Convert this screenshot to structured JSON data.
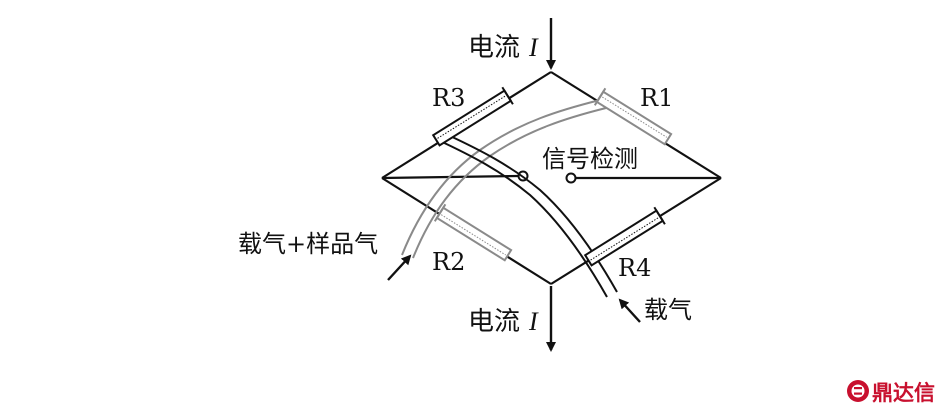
{
  "labels": {
    "current_top": "电流",
    "current_top_symbol": "I",
    "current_bottom": "电流",
    "current_bottom_symbol": "I",
    "r1": "R1",
    "r2": "R2",
    "r3": "R3",
    "r4": "R4",
    "signal_detection": "信号检测",
    "carrier_sample_gas": "载气+样品气",
    "carrier_gas": "载气"
  },
  "logo": {
    "text": "鼎达信"
  },
  "colors": {
    "wire": "#111111",
    "gray_channel": "#8a8a8a",
    "logo": "#c8102e"
  }
}
